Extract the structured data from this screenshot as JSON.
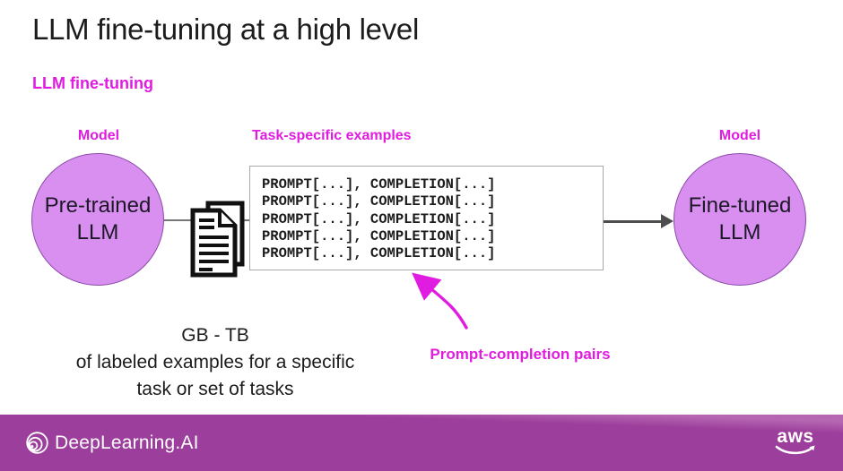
{
  "slide": {
    "title": "LLM fine-tuning at a high level",
    "tag": "LLM fine-tuning"
  },
  "diagram": {
    "left_model": {
      "label": "Model",
      "line1": "Pre-trained",
      "line2": "LLM"
    },
    "right_model": {
      "label": "Model",
      "line1": "Fine-tuned",
      "line2": "LLM"
    },
    "examples": {
      "label": "Task-specific examples",
      "prompt_lines": [
        "PROMPT[...], COMPLETION[...]",
        "PROMPT[...], COMPLETION[...]",
        "PROMPT[...], COMPLETION[...]",
        "PROMPT[...], COMPLETION[...]",
        "PROMPT[...], COMPLETION[...]"
      ]
    },
    "size_note": {
      "line1": "GB - TB",
      "line2": "of labeled examples for a specific",
      "line3": "task or set of tasks"
    },
    "pairs_label": "Prompt-completion pairs"
  },
  "footer": {
    "brand": "DeepLearning.AI",
    "aws": "aws"
  },
  "colors": {
    "accent_magenta": "#e01ce0",
    "circle_fill": "#d98ff0",
    "circle_border": "#8b4aa8",
    "footer_purple": "#9c3e9c",
    "arrow_gray": "#4d4d4d",
    "text_dark": "#1c1c1c"
  }
}
